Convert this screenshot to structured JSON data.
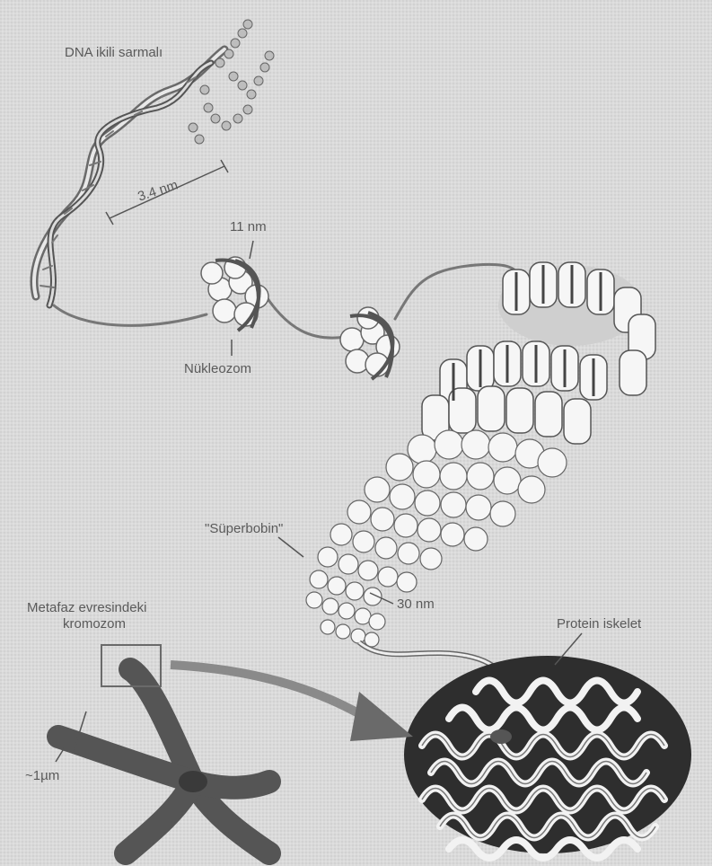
{
  "figure": {
    "labels": {
      "dna_helix": "DNA ikili sarmalı",
      "helix_pitch": "3.4 nm",
      "nucleosome_width": "11 nm",
      "nucleosome": "Nükleozom",
      "supercoil": "\"Süperbobin\"",
      "fiber_width": "30 nm",
      "metaphase_chromosome_line1": "Metafaz evresindeki",
      "metaphase_chromosome_line2": "kromozom",
      "protein_scaffold": "Protein iskelet",
      "chromosome_width": "~1µm"
    },
    "colors": {
      "background": "#d9d9d9",
      "ink": "#5a5a5a",
      "chromosome": "#555555",
      "bead_fill": "#f6f6f6",
      "shadow": "#2e2e2e"
    }
  }
}
